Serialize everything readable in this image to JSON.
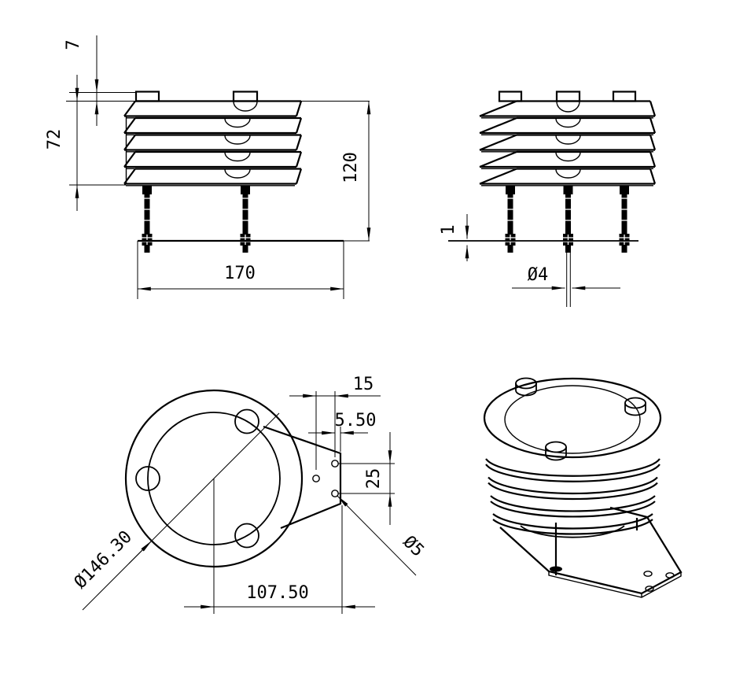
{
  "colors": {
    "ink": "#000000",
    "paper": "#ffffff"
  },
  "dimensions": {
    "cap_height": "7",
    "stack_height": "72",
    "overall_height": "120",
    "base_width": "170",
    "plate_thickness": "1",
    "rod_diameter": "Ø4",
    "flange_diameter": "Ø146.30",
    "center_to_tab_edge": "107.50",
    "tab_hole_offset_x": "15",
    "tab_hole_edge_offset": "5.50",
    "tab_hole_spacing": "25",
    "tab_hole_diameter": "Ø5"
  }
}
